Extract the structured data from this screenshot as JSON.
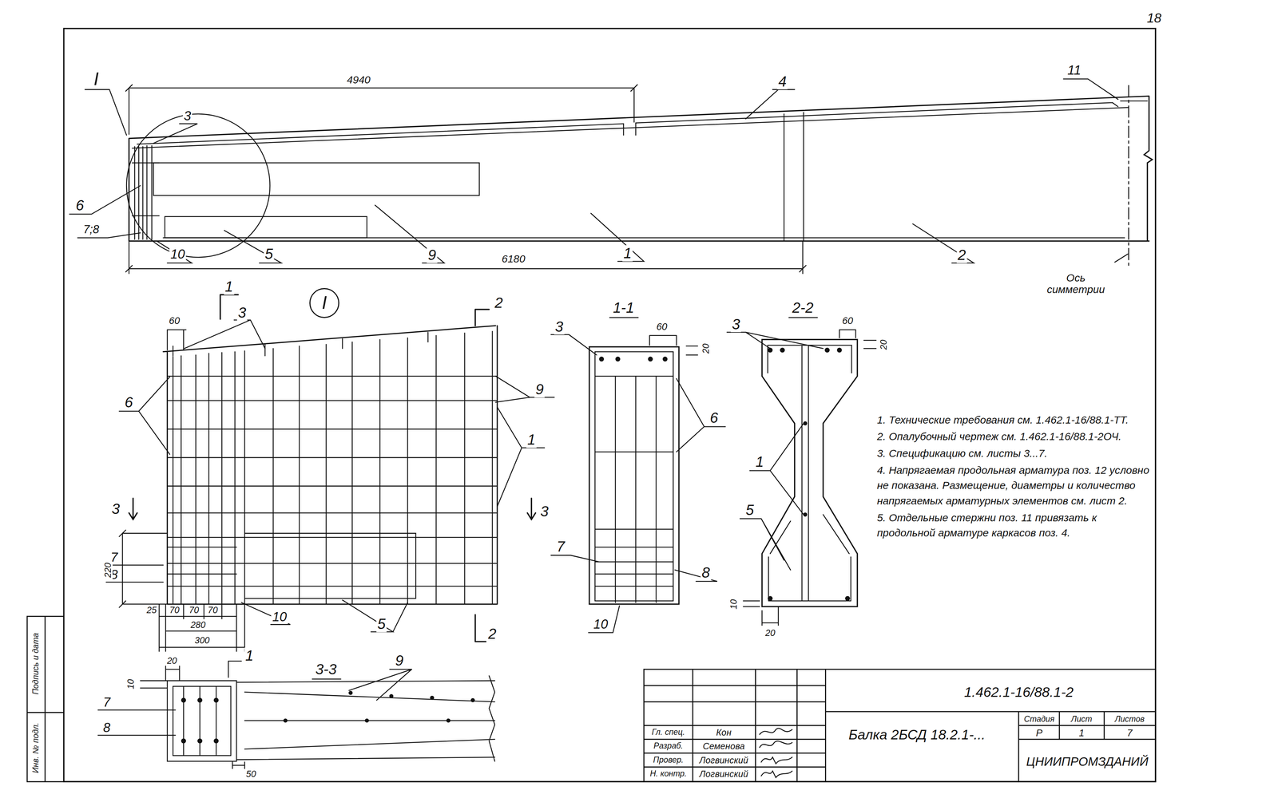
{
  "diagram": {
    "nodes": [
      {
        "text": [
          "I"
        ]
      }
    ],
    "labels": [
      "18",
      "I",
      "4940",
      "4",
      "11",
      "3",
      "6",
      "7;8",
      "10",
      "5",
      "9",
      "1",
      "6180",
      "2",
      "Ось симметрии",
      "1",
      "2",
      "60",
      "3",
      "6",
      "9",
      "1",
      "3",
      "3",
      "7",
      "8",
      "220",
      "25",
      "70",
      "70",
      "70",
      "280",
      "300",
      "10",
      "5",
      "2",
      "1-1",
      "3",
      "60",
      "20",
      "6",
      "7",
      "8",
      "10",
      "2-2",
      "3",
      "60",
      "20",
      "1",
      "5",
      "10",
      "20",
      "1. Технические требования см. 1.462.1-16/88.1-ТТ.",
      "2. Опалубочный чертеж см. 1.462.1-16/88.1-2ОЧ.",
      "3. Спецификацию см. листы 3...7.",
      "4. Напрягаемая продольная арматура поз. 12 условно не показана. Размещение, диаметры и количество напрягаемых арматурных элементов см. лист 2.",
      "5. Отдельные стержни поз. 11 привязать к продольной арматуре каркасов поз. 4.",
      "3-3",
      "9",
      "1",
      "20",
      "10",
      "7",
      "8",
      "50",
      "1.462.1-16/88.1-2",
      "Балка 2БСД 18.2.1-...",
      "Стадия",
      "Лист",
      "Листов",
      "Р",
      "1",
      "7",
      "Гл. спец.",
      "Кон",
      "Разраб.",
      "Семенова",
      "Провер.",
      "Логвинский",
      "Н. контр.",
      "Логвинский",
      "ЦНИИПРОМЗДАНИЙ",
      "Инв. № подл.",
      "Подпись и дата"
    ]
  }
}
